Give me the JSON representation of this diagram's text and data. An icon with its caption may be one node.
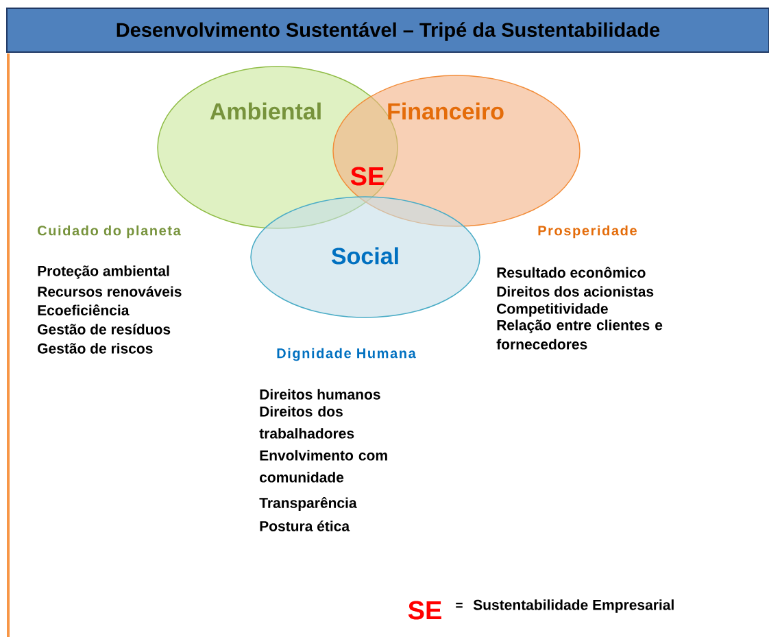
{
  "diagram": {
    "title": "Desenvolvimento Sustentável – Tripé da Sustentabilidade",
    "nodes": [
      {
        "text": [
          "Ambiental"
        ]
      },
      {
        "text": [
          "Financeiro"
        ]
      },
      {
        "text": [
          "Social"
        ]
      }
    ],
    "labels": [
      "SE",
      "Cuidado do planeta",
      "Proteção ambiental",
      "Recursos renováveis",
      "Ecoeficiência",
      "Gestão de resíduos",
      "Gestão de riscos",
      "Prosperidade",
      "Resultado econômico",
      "Direitos dos acionistas",
      "Competitividade",
      "Relação entre clientes e fornecedores",
      "Dignidade Humana",
      "Direitos humanos",
      "Direitos dos trabalhadores",
      "Envolvimento com comunidade",
      "Transparência",
      "Postura ética",
      "SE",
      "=",
      "Sustentabilidade Empresarial"
    ]
  }
}
